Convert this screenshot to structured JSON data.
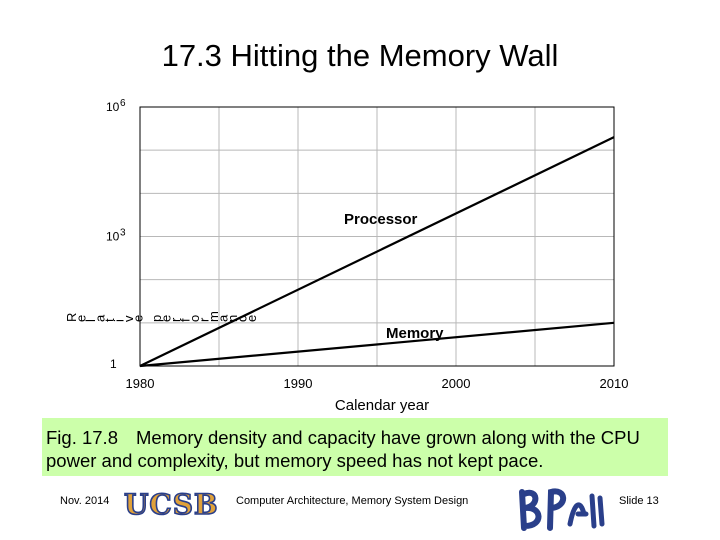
{
  "slide": {
    "title": "17.3  Hitting the Memory Wall",
    "caption_fig": "Fig. 17.8",
    "caption_text": "Memory density and capacity have grown along with the CPU power and complexity, but memory speed has not kept pace.",
    "caption_bg": "#ccffaa"
  },
  "footer": {
    "date": "Nov. 2014",
    "course": "Computer Architecture, Memory System Design",
    "slide_number": "Slide 13",
    "logo_text": "UCSB",
    "signature_text": "B. Parhami"
  },
  "chart_data": {
    "type": "line",
    "xlabel": "Calendar year",
    "ylabel": "Relative performance",
    "x_ticks": [
      "1980",
      "1990",
      "2000",
      "2010"
    ],
    "y_ticks": [
      {
        "base": "10",
        "exp": "6"
      },
      {
        "base": "10",
        "exp": "3"
      },
      {
        "base": "1",
        "exp": ""
      }
    ],
    "xlim": [
      1980,
      2010
    ],
    "ylim": [
      1,
      1000000
    ],
    "yscale": "log",
    "grid": true,
    "series": [
      {
        "name": "Processor",
        "x": [
          1980,
          2010
        ],
        "y": [
          1,
          200000
        ]
      },
      {
        "name": "Memory",
        "x": [
          1980,
          2010
        ],
        "y": [
          1,
          10
        ]
      }
    ]
  }
}
